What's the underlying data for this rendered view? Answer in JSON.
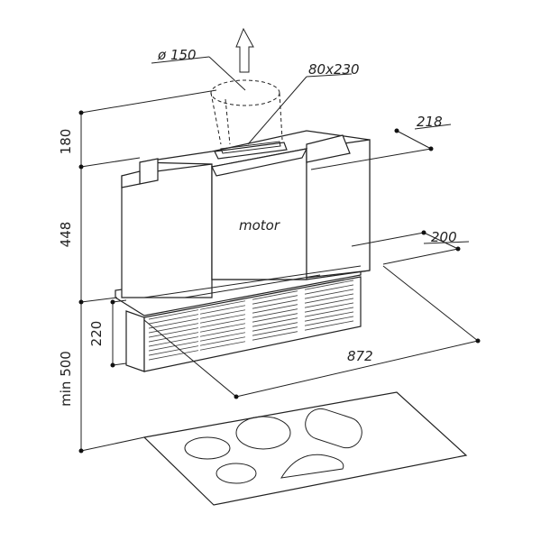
{
  "title": "Hood dimension drawing",
  "labels": {
    "duct_diameter": "ø 150",
    "outlet_size": "80x230",
    "depth_top": "218",
    "height_top": "180",
    "height_body": "448",
    "depth_body": "200",
    "lower_height": "220",
    "min_clearance": "min 500",
    "width": "872",
    "motor": "motor"
  }
}
